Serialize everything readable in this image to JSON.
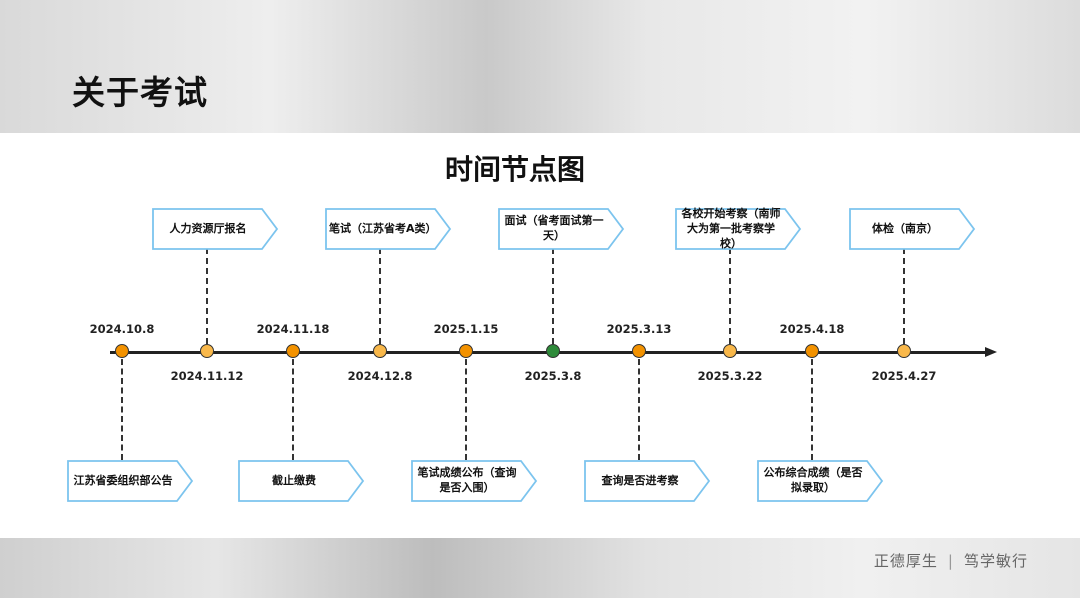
{
  "header": {
    "title": "关于考试"
  },
  "diagram": {
    "title": "时间节点图"
  },
  "footer": {
    "motto_left": "正德厚生",
    "separator": "|",
    "motto_right": "笃学敏行"
  },
  "colors": {
    "dark_orange": "#f39200",
    "light_orange": "#f9b84a",
    "green": "#2e8b3a",
    "box_border": "#7cc4ee"
  },
  "events": [
    {
      "date": "2024.10.8",
      "label": "江苏省委组织部公告",
      "color": "dark_orange",
      "side": "bottom"
    },
    {
      "date": "2024.11.12",
      "label": "人力资源厅报名",
      "color": "light_orange",
      "side": "top"
    },
    {
      "date": "2024.11.18",
      "label": "截止缴费",
      "color": "dark_orange",
      "side": "bottom"
    },
    {
      "date": "2024.12.8",
      "label": "笔试（江苏省考A类）",
      "color": "light_orange",
      "side": "top"
    },
    {
      "date": "2025.1.15",
      "label": "笔试成绩公布（查询是否入围）",
      "color": "dark_orange",
      "side": "bottom"
    },
    {
      "date": "2025.3.8",
      "label": "面试（省考面试第一天）",
      "color": "green",
      "side": "top"
    },
    {
      "date": "2025.3.13",
      "label": "查询是否进考察",
      "color": "dark_orange",
      "side": "bottom"
    },
    {
      "date": "2025.3.22",
      "label": "各校开始考察（南师大为第一批考察学校）",
      "color": "light_orange",
      "side": "top"
    },
    {
      "date": "2025.4.18",
      "label": "公布综合成绩（是否拟录取）",
      "color": "dark_orange",
      "side": "bottom"
    },
    {
      "date": "2025.4.27",
      "label": "体检（南京）",
      "color": "light_orange",
      "side": "top"
    }
  ]
}
